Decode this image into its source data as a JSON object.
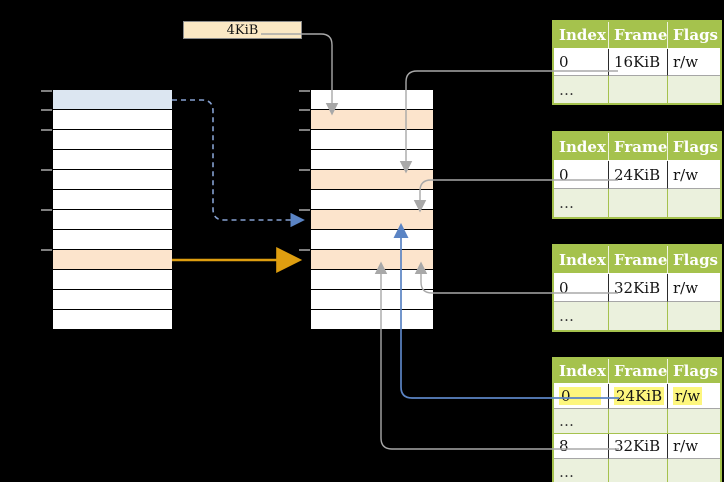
{
  "page_size_label": "4KiB",
  "colors": {
    "background": "#000000",
    "row_white": "#ffffff",
    "row_blue": "#dce6f1",
    "row_orange": "#fce4cc",
    "size_box_fill": "#fbe8c4",
    "table_header_green": "#a5c24d",
    "table_row_light_green": "#ebf1dd",
    "highlight_yellow": "#fdf67d",
    "gray_line": "#a8a8a8",
    "blue_line": "#5b84c4",
    "blue_dashed_line": "#85a0d0",
    "orange_arrow": "#de9e10",
    "tick_gray": "#7f7f7f"
  },
  "virtual_memory_column": {
    "rows": [
      "blue",
      "white",
      "white",
      "white",
      "white",
      "white",
      "white",
      "white",
      "orange",
      "white",
      "white",
      "white"
    ]
  },
  "physical_memory_column": {
    "rows": [
      "white",
      "orange",
      "white",
      "white",
      "orange",
      "white",
      "orange",
      "white",
      "orange",
      "white",
      "white",
      "white"
    ]
  },
  "page_tables": [
    {
      "headers": [
        "Index",
        "Frame",
        "Flags"
      ],
      "rows": [
        {
          "cells": [
            "0",
            "16KiB",
            "r/w"
          ],
          "variant": "white",
          "highlight": false
        },
        {
          "cells": [
            "…",
            "",
            ""
          ],
          "variant": "green",
          "highlight": false
        }
      ]
    },
    {
      "headers": [
        "Index",
        "Frame",
        "Flags"
      ],
      "rows": [
        {
          "cells": [
            "0",
            "24KiB",
            "r/w"
          ],
          "variant": "white",
          "highlight": false
        },
        {
          "cells": [
            "…",
            "",
            ""
          ],
          "variant": "green",
          "highlight": false
        }
      ]
    },
    {
      "headers": [
        "Index",
        "Frame",
        "Flags"
      ],
      "rows": [
        {
          "cells": [
            "0",
            "32KiB",
            "r/w"
          ],
          "variant": "white",
          "highlight": false
        },
        {
          "cells": [
            "…",
            "",
            ""
          ],
          "variant": "green",
          "highlight": false
        }
      ]
    },
    {
      "headers": [
        "Index",
        "Frame",
        "Flags"
      ],
      "rows": [
        {
          "cells": [
            "0",
            "24KiB",
            "r/w"
          ],
          "variant": "white",
          "highlight": true
        },
        {
          "cells": [
            "…",
            "",
            ""
          ],
          "variant": "green",
          "highlight": false
        },
        {
          "cells": [
            "8",
            "32KiB",
            "r/w"
          ],
          "variant": "white",
          "highlight": false
        },
        {
          "cells": [
            "…",
            "",
            ""
          ],
          "variant": "green",
          "highlight": false
        }
      ]
    }
  ]
}
